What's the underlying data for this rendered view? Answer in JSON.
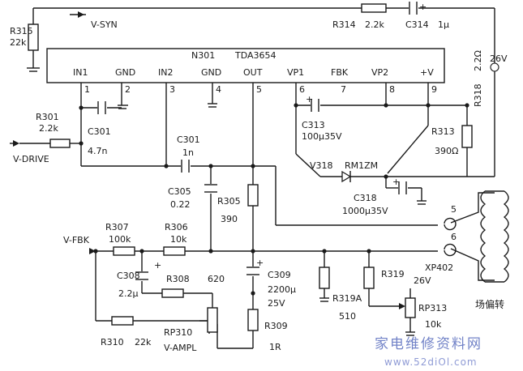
{
  "ic": {
    "ref": "N301",
    "part": "TDA3654",
    "pins": {
      "in1": "IN1",
      "gnd1": "GND",
      "in2": "IN2",
      "gnd2": "GND",
      "out": "OUT",
      "vp1": "VP1",
      "fbk": "FBK",
      "vp2": "VP2",
      "vplus": "+V"
    },
    "pin_numbers": [
      "1",
      "2",
      "3",
      "4",
      "5",
      "6",
      "7",
      "8",
      "9"
    ]
  },
  "signals": {
    "v_syn": "V-SYN",
    "v_drive": "V-DRIVE",
    "v_fbk": "V-FBK",
    "v_ampl": "V-AMPL",
    "supply_top": "26V",
    "supply_mid": "26V"
  },
  "components": {
    "r315": {
      "ref": "R315",
      "value": "22k"
    },
    "r314": {
      "ref": "R314",
      "value": "2.2k"
    },
    "c314": {
      "ref": "C314",
      "value": "1μ"
    },
    "r318": {
      "ref": "R318",
      "value": "2.2Ω"
    },
    "r301": {
      "ref": "R301",
      "value": "2.2k"
    },
    "c301a": {
      "ref": "C301",
      "value": "4.7n"
    },
    "c301b": {
      "ref": "C301",
      "value": "1n"
    },
    "c313": {
      "ref": "C313",
      "value": "100μ35V"
    },
    "r313": {
      "ref": "R313",
      "value": "390Ω"
    },
    "v318": {
      "ref": "V318",
      "value": "RM1ZM"
    },
    "c318": {
      "ref": "C318",
      "value": "1000μ35V"
    },
    "c305": {
      "ref": "C305",
      "value": "0.22"
    },
    "r305": {
      "ref": "R305",
      "value": "390"
    },
    "r307": {
      "ref": "R307",
      "value": "100k"
    },
    "r306": {
      "ref": "R306",
      "value": "10k"
    },
    "c308": {
      "ref": "C308",
      "value": "2.2μ"
    },
    "r308": {
      "ref": "R308",
      "value": "620"
    },
    "c309": {
      "ref": "C309",
      "value": "2200μ",
      "value2": "25V"
    },
    "r309": {
      "ref": "R309",
      "value": "1R"
    },
    "r310": {
      "ref": "R310",
      "value": "22k"
    },
    "rp310": {
      "ref": "RP310"
    },
    "r319": {
      "ref": "R319"
    },
    "r319a": {
      "ref": "R319A",
      "value": "510"
    },
    "rp313": {
      "ref": "RP313",
      "value": "10k"
    },
    "xp402": {
      "ref": "XP402",
      "pin_a": "5",
      "pin_b": "6"
    },
    "yoke": {
      "label": "场偏转"
    }
  },
  "watermark": {
    "line1": "家电维修资料网",
    "line2": "www.52diOl.com"
  },
  "colors": {
    "ink": "#1a1a1a",
    "background": "#ffffff",
    "watermark": "#4a60b8"
  }
}
